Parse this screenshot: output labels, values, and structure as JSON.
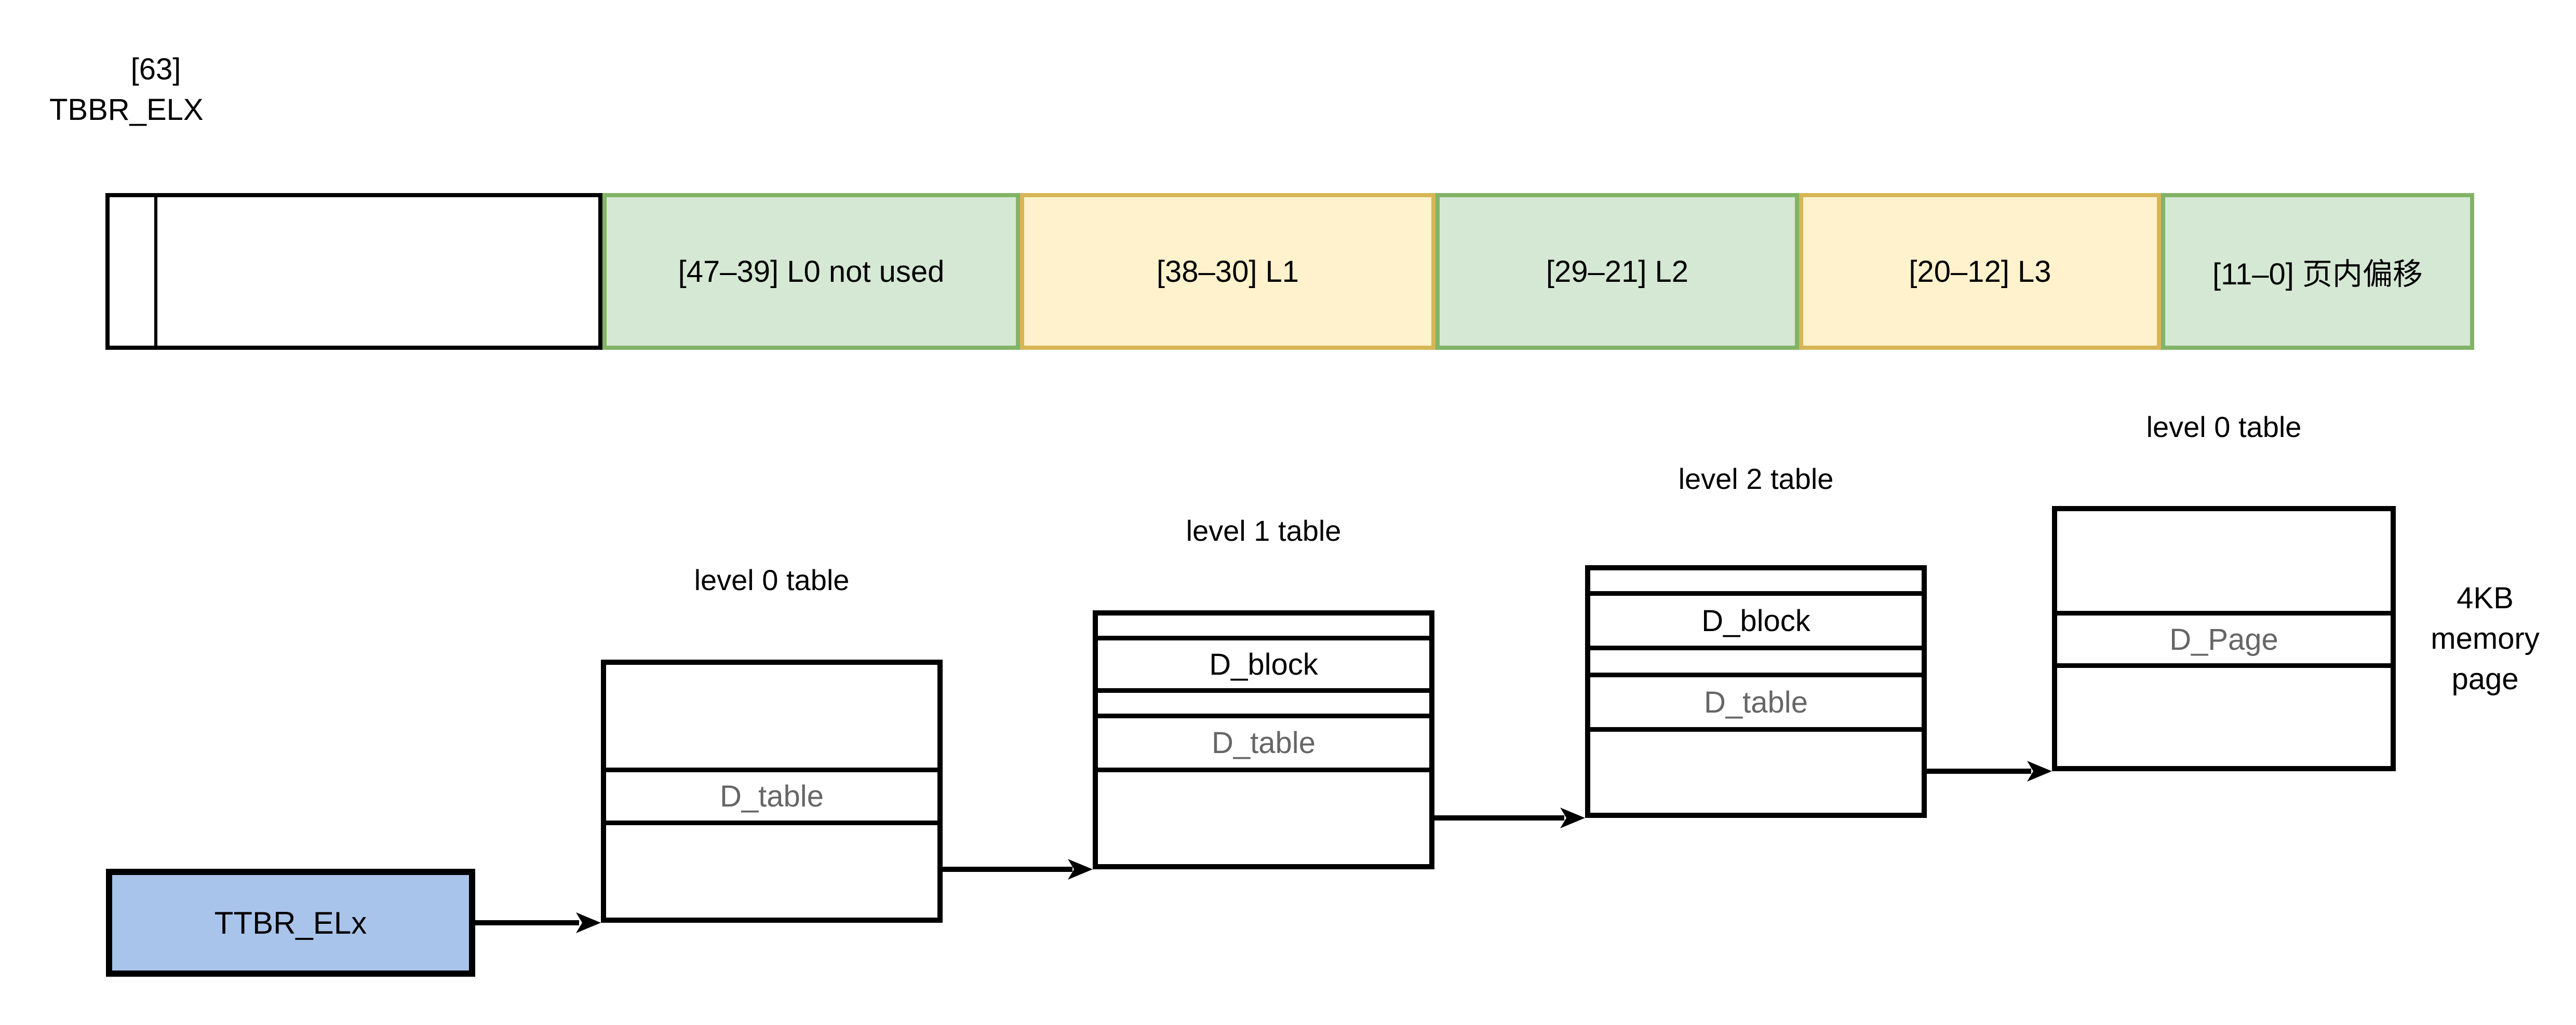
{
  "header": {
    "bit_label": "[63]",
    "register_label": "TBBR_ELX"
  },
  "address_bar": {
    "segments": [
      {
        "id": "reserved-small",
        "label": "",
        "color": "white"
      },
      {
        "id": "reserved-wide",
        "label": "",
        "color": "white"
      },
      {
        "id": "l0",
        "label": "[47–39] L0 not used",
        "color": "green"
      },
      {
        "id": "l1",
        "label": "[38–30] L1",
        "color": "yellow"
      },
      {
        "id": "l2",
        "label": "[29–21] L2",
        "color": "green"
      },
      {
        "id": "l3",
        "label": "[20–12] L3",
        "color": "yellow"
      },
      {
        "id": "offset",
        "label": "[11–0] 页内偏移",
        "color": "green"
      }
    ]
  },
  "colors": {
    "green_fill": "#d5e8d4",
    "green_border": "#82b366",
    "yellow_fill": "#fff2cc",
    "yellow_border": "#d6b656",
    "blue_fill": "#a9c4eb",
    "line": "#000000",
    "muted_text": "#666666"
  },
  "ttbr": {
    "label": "TTBR_ELx"
  },
  "tables": [
    {
      "title": "level 0 table",
      "d_table": "D_table"
    },
    {
      "title": "level 1 table",
      "d_block": "D_block",
      "d_table": "D_table"
    },
    {
      "title": "level 2 table",
      "d_block": "D_block",
      "d_table": "D_table"
    },
    {
      "title": "level 0 table",
      "d_page": "D_Page"
    }
  ],
  "memory_page_label": {
    "line1": "4KB",
    "line2": "memory",
    "line3": "page"
  }
}
